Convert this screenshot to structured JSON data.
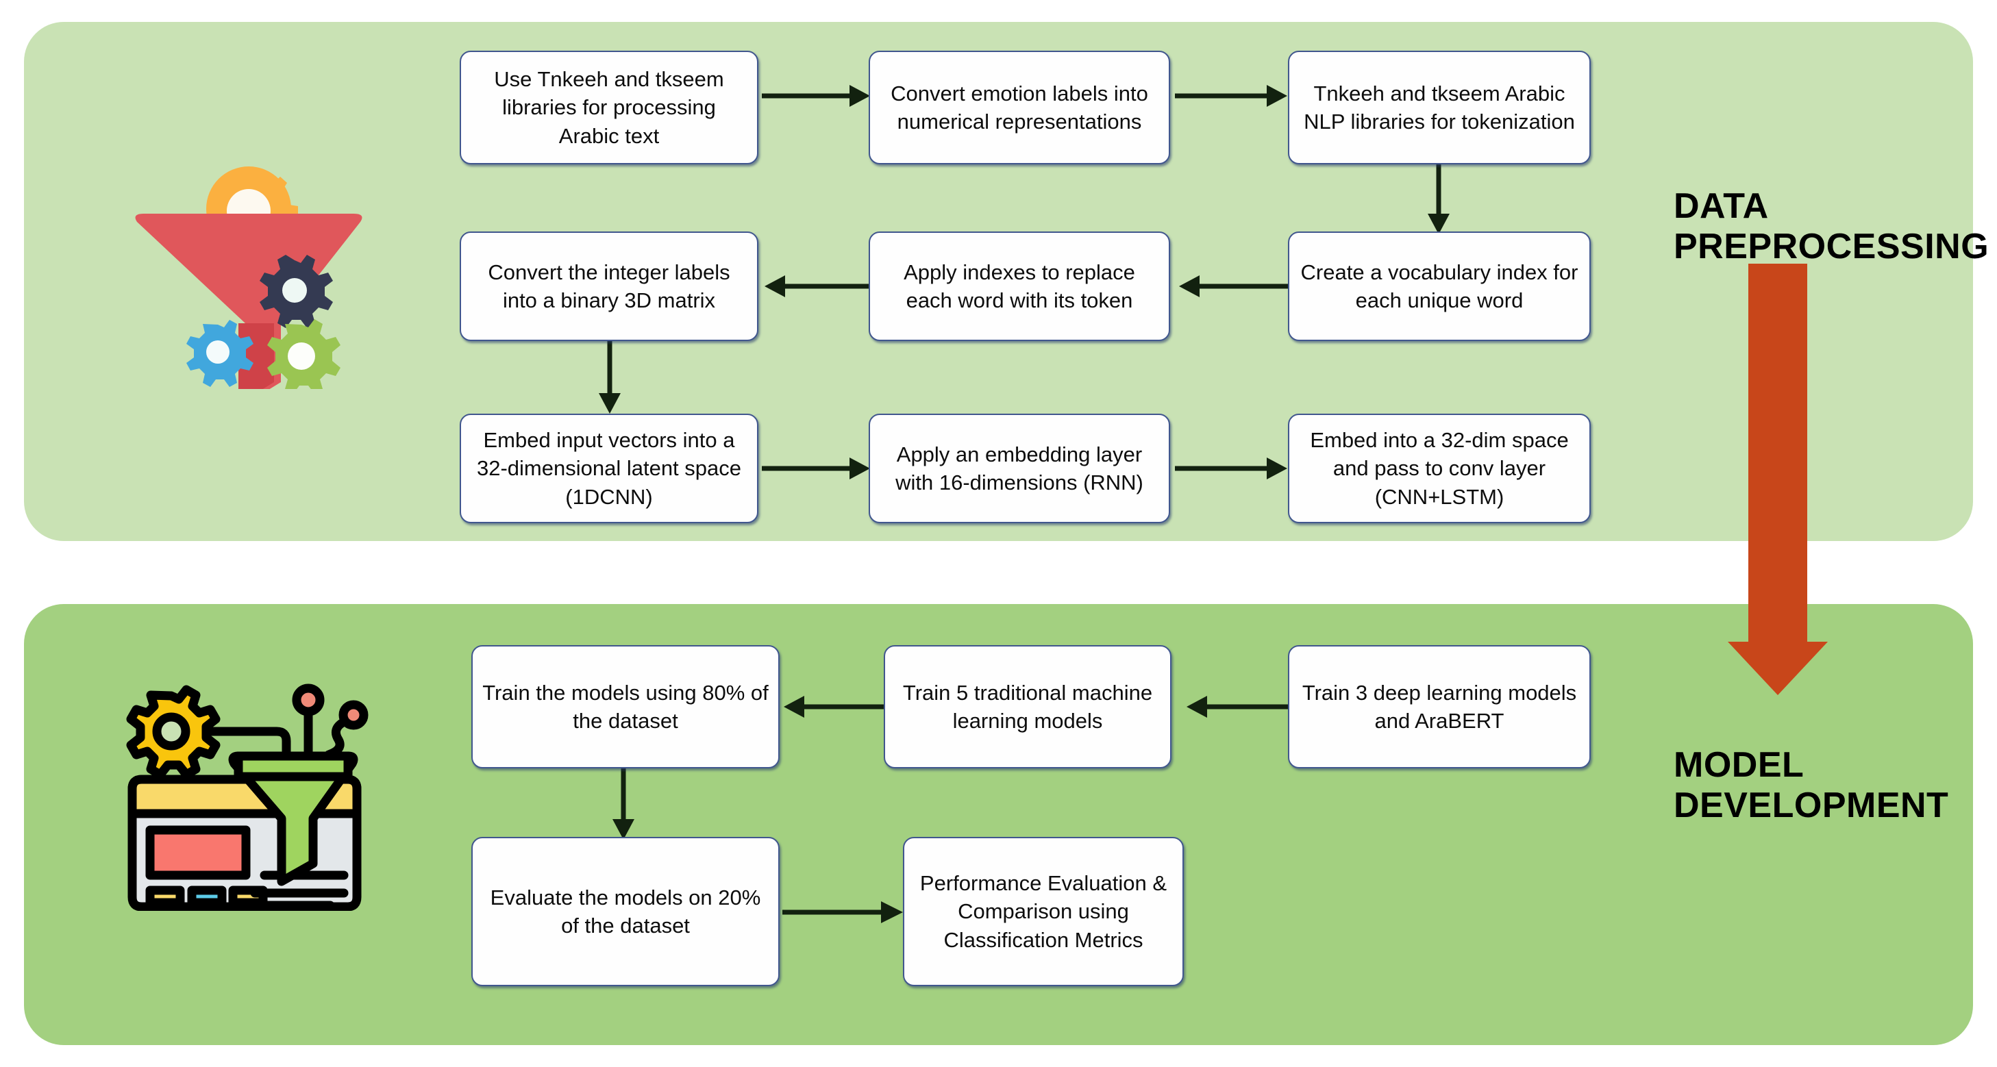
{
  "diagram": {
    "stages": [
      {
        "id": "data-preprocessing",
        "label": "DATA\nPREPROCESSING",
        "panel_color": "#c9e2b4",
        "icon": "funnel-gears-icon",
        "steps": [
          "Use Tnkeeh and tkseem libraries for processing Arabic text",
          "Convert emotion labels into numerical representations",
          "Tnkeeh and tkseem Arabic NLP libraries for tokenization",
          "Create a vocabulary index for each unique word",
          "Apply indexes to replace each word with its token",
          "Convert the integer labels into a binary 3D matrix",
          "Embed input vectors into a 32-dimensional latent space (1DCNN)",
          "Apply an embedding layer with 16-dimensions (RNN)",
          "Embed into a 32-dim space and pass to conv layer (CNN+LSTM)"
        ]
      },
      {
        "id": "model-development",
        "label": "MODEL\nDEVELOPMENT",
        "panel_color": "#a3d080",
        "icon": "dashboard-funnel-icon",
        "steps": [
          "Train 3 deep learning models and AraBERT",
          "Train 5 traditional machine learning models",
          "Train the models using 80% of the dataset",
          "Evaluate the models on 20% of the dataset",
          "Performance Evaluation & Comparison using Classification Metrics"
        ]
      }
    ],
    "stage_transition_arrow_color": "#c8461a",
    "box_border_color": "#41578e",
    "connector_color": "#12210f"
  }
}
